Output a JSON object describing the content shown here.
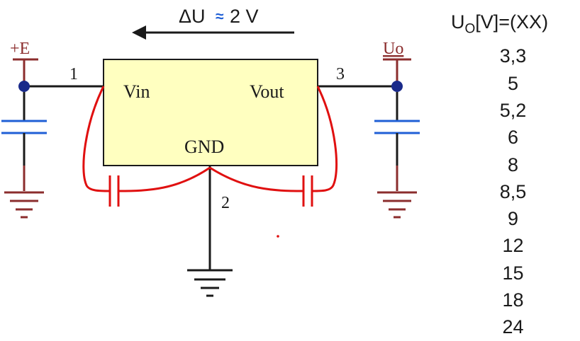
{
  "delta_u": {
    "label": "ΔU",
    "approx": "≈",
    "value": "2 V"
  },
  "regulator": {
    "vin_label": "Vin",
    "vout_label": "Vout",
    "gnd_label": "GND"
  },
  "pins": {
    "input": "1",
    "ground": "2",
    "output": "3"
  },
  "terminals": {
    "input": "+E",
    "output": "Uo"
  },
  "voltage_table": {
    "header_main": "U",
    "header_sub": "O",
    "header_rest": "[V]=(XX)",
    "values": [
      "3,3",
      "5",
      "5,2",
      "6",
      "8",
      "8,5",
      "9",
      "12",
      "15",
      "18",
      "24"
    ]
  },
  "colors": {
    "wire": "#1a1a1a",
    "terminal": "#8b2d2d",
    "capacitor": "#1f5fd6",
    "bypass": "#e01010",
    "ic_fill": "#ffffc0",
    "node": "#1a2a8a"
  }
}
